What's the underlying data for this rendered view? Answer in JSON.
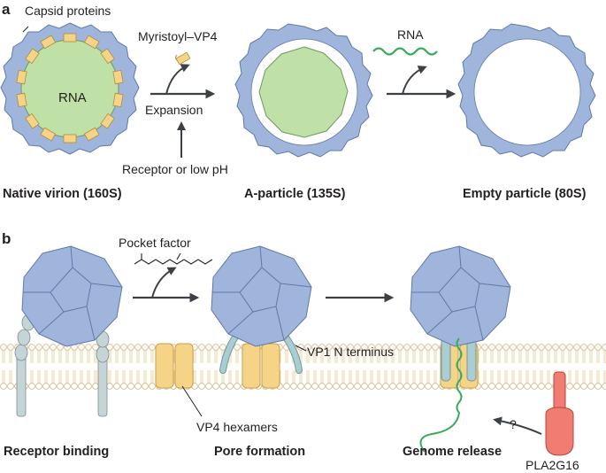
{
  "panel_a": {
    "letter": "a",
    "capsid_label": "Capsid proteins",
    "rna_inner_label": "RNA",
    "myristoyl_label": "Myristoyl–VP4",
    "expansion_label": "Expansion",
    "trigger_label": "Receptor or low pH",
    "rna_released_label": "RNA",
    "native_label": "Native virion (160S)",
    "aparticle_label": "A-particle (135S)",
    "empty_label": "Empty particle (80S)"
  },
  "panel_b": {
    "letter": "b",
    "pocket_label": "Pocket factor",
    "vp1_label": "VP1 N terminus",
    "vp4_label": "VP4 hexamers",
    "question_mark": "?",
    "pla_label": "PLA2G16",
    "stage1_label": "Receptor binding",
    "stage2_label": "Pore formation",
    "stage3_label": "Genome release"
  },
  "colors": {
    "capsid_blue": "#9fb5dc",
    "capsid_stroke": "#5f79a8",
    "rna_green": "#bfe0a6",
    "rna_strand": "#3aaa5c",
    "vp4_yellow": "#f6d487",
    "receptor_grey": "#c5d4d6",
    "vp1_teal": "#a9cdd1",
    "pla_red": "#f07c72",
    "arrow_dark": "#3c4146"
  }
}
